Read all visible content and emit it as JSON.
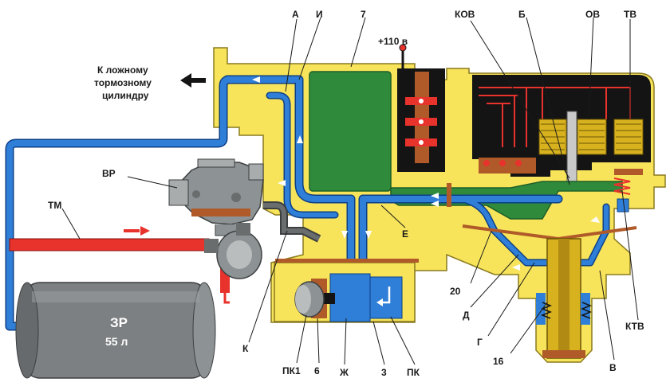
{
  "labels": {
    "A": "А",
    "I": "И",
    "seven": "7",
    "v110": "+110 в",
    "KOV": "КОВ",
    "B": "Б",
    "OV": "ОВ",
    "TV": "ТВ",
    "BP": "ВР",
    "TM": "ТМ",
    "K": "К",
    "E": "Е",
    "twenty": "20",
    "D": "Д",
    "G": "Г",
    "sixteen": "16",
    "V": "В",
    "KTV": "КТВ",
    "PK1": "ПК1",
    "six": "6",
    "Zh": "Ж",
    "three": "3",
    "PK": "ПК"
  },
  "note_lines": [
    "К ложному",
    "тормозному",
    "цилиндру"
  ],
  "tank": {
    "name": "ЗР",
    "volume": "55 л"
  },
  "colors": {
    "body": "#f7e45a",
    "body_edge": "#8a7a20",
    "air_blue": "#2f7fd8",
    "air_blue_edge": "#0d3f86",
    "brake_red": "#e8322c",
    "green": "#2f8a3c",
    "black": "#141414",
    "brown": "#b05a2a",
    "gray": "#8d9294",
    "coil_yellow": "#d8b21e"
  }
}
